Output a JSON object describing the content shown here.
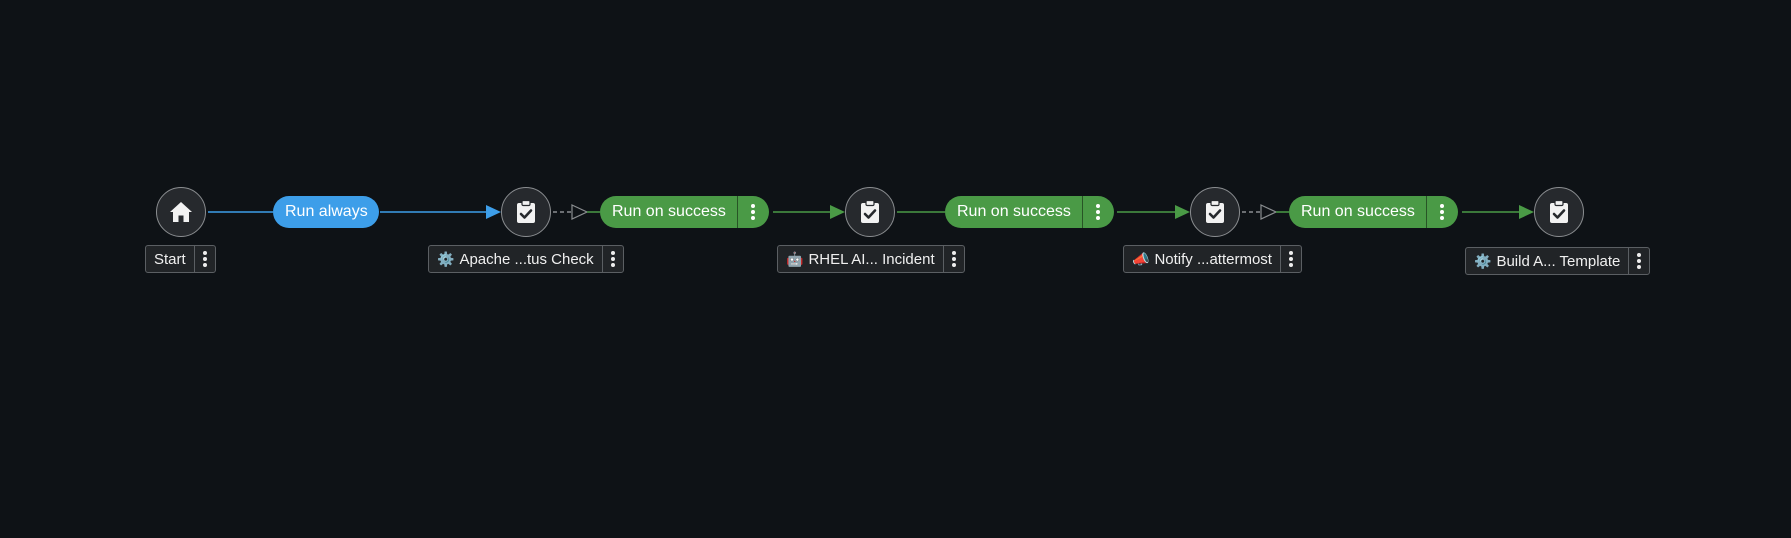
{
  "colors": {
    "background": "#0e1216",
    "link_always": "#3d9ee9",
    "link_success": "#4a9a46",
    "node_fill": "#26292d",
    "node_border": "#8a8d90"
  },
  "nodes": [
    {
      "id": "start",
      "icon": "home-icon",
      "label": "Start",
      "label_icon": ""
    },
    {
      "id": "apache",
      "icon": "clipboard-check-icon",
      "label": "Apache ...tus Check",
      "label_icon": "⚙️"
    },
    {
      "id": "rhel",
      "icon": "clipboard-check-icon",
      "label": "RHEL AI... Incident",
      "label_icon": "🤖"
    },
    {
      "id": "notify",
      "icon": "clipboard-check-icon",
      "label": "Notify ...attermost",
      "label_icon": "📣"
    },
    {
      "id": "build",
      "icon": "clipboard-check-icon",
      "label": "Build A... Template",
      "label_icon": "⚙️"
    }
  ],
  "links": [
    {
      "from": "start",
      "to": "apache",
      "label": "Run always",
      "kind": "always"
    },
    {
      "from": "apache",
      "to": "rhel",
      "label": "Run on success",
      "kind": "success"
    },
    {
      "from": "rhel",
      "to": "notify",
      "label": "Run on success",
      "kind": "success"
    },
    {
      "from": "notify",
      "to": "build",
      "label": "Run on success",
      "kind": "success"
    }
  ]
}
